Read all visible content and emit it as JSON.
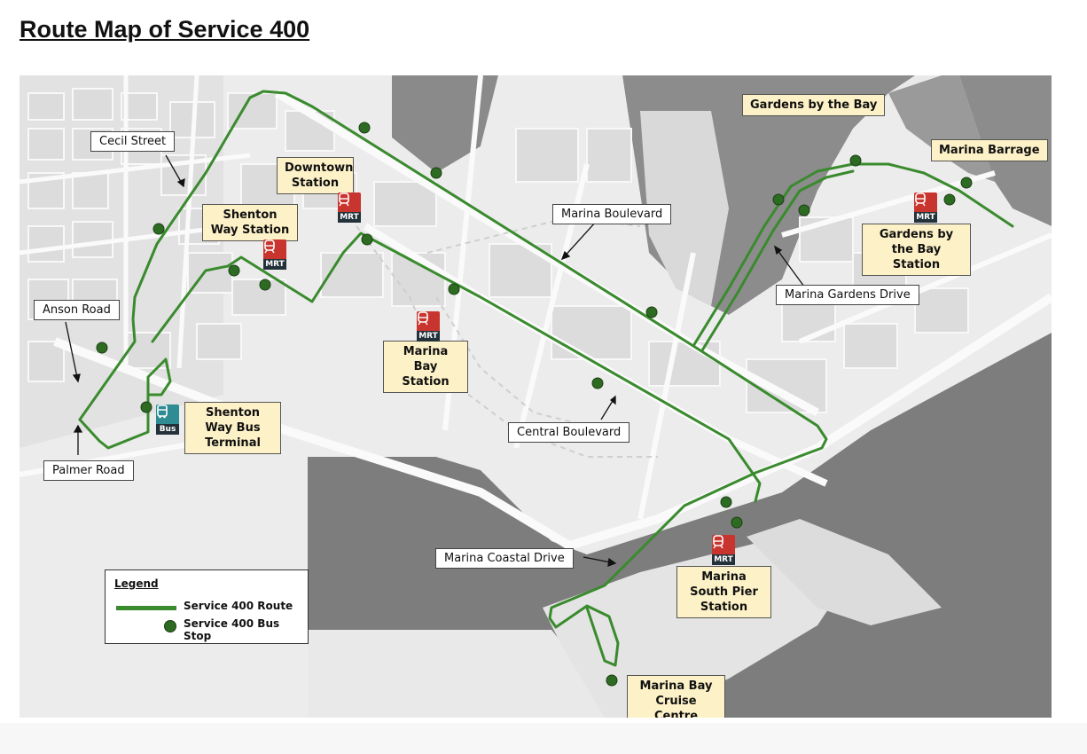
{
  "title": "Route Map of Service 400",
  "colors": {
    "route": "#3a8a2e",
    "stop": "#2d6b22",
    "mrt": "#c8352f",
    "bus": "#2e8c92",
    "highlight_label": "#fdf1c7",
    "water": "#7d7d7d",
    "land": "#ebebeb"
  },
  "road_labels": {
    "cecil_street": "Cecil Street",
    "anson_road": "Anson Road",
    "palmer_road": "Palmer Road",
    "marina_boulevard": "Marina Boulevard",
    "marina_gardens_drive": "Marina Gardens Drive",
    "central_boulevard": "Central Boulevard",
    "marina_coastal_drive": "Marina Coastal Drive"
  },
  "places": {
    "downtown_station": "Downtown Station",
    "shenton_way_station": "Shenton Way Station",
    "marina_bay_station": "Marina Bay Station",
    "shenton_way_bus_terminal": "Shenton Way Bus Terminal",
    "gardens_by_the_bay": "Gardens by the Bay",
    "marina_barrage": "Marina Barrage",
    "gardens_by_the_bay_station": "Gardens by the Bay Station",
    "marina_south_pier_station": "Marina South Pier Station",
    "marina_bay_cruise_centre": "Marina Bay Cruise Centre"
  },
  "icons": {
    "mrt_text": "MRT",
    "bus_text": "Bus"
  },
  "legend": {
    "heading": "Legend",
    "route_label": "Service 400 Route",
    "stop_label": "Service 400 Bus Stop"
  }
}
